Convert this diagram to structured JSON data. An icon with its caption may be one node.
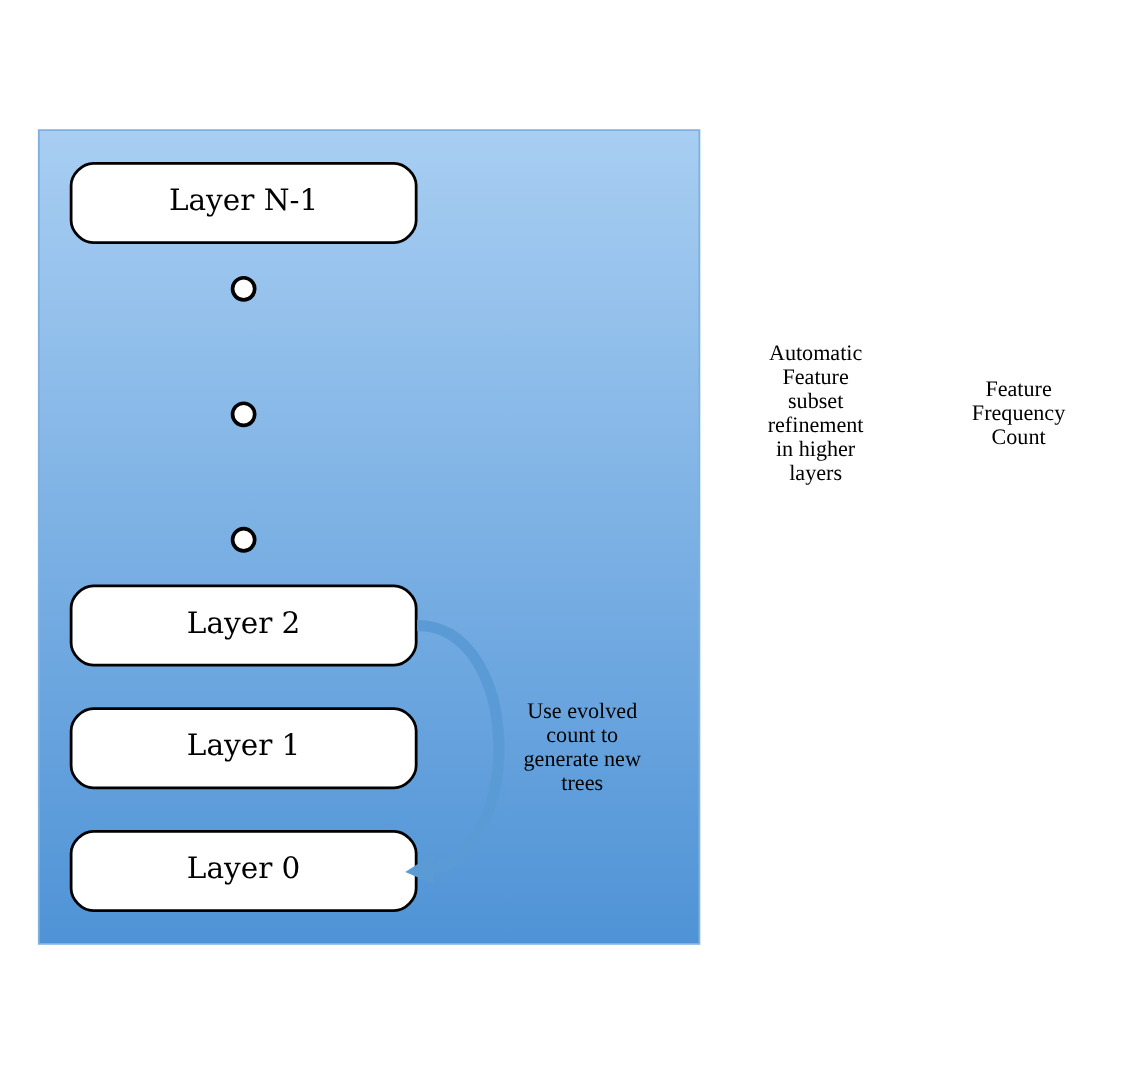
{
  "diagram": {
    "nodes": [
      {
        "text": [],
        "shape": "box"
      },
      {
        "text": [
          "Layer N-1"
        ],
        "in": 0
      },
      {
        "text": [],
        "shape": "circle",
        "in": 0
      },
      {
        "text": [],
        "shape": "circle",
        "in": 0
      },
      {
        "text": [],
        "shape": "circle",
        "in": 0
      },
      {
        "text": [
          "Layer 2"
        ],
        "in": 0
      },
      {
        "text": [
          "Layer 1"
        ],
        "in": 0
      },
      {
        "text": [
          "Layer 0"
        ],
        "in": 0
      }
    ],
    "edges": [
      {
        "from": 5,
        "to": 7,
        "arrow": "to",
        "label": "Use evolved count to generate new trees"
      }
    ],
    "labels": [
      "Automatic Feature subset refinement in higher layers",
      "Feature Frequency Count"
    ]
  }
}
